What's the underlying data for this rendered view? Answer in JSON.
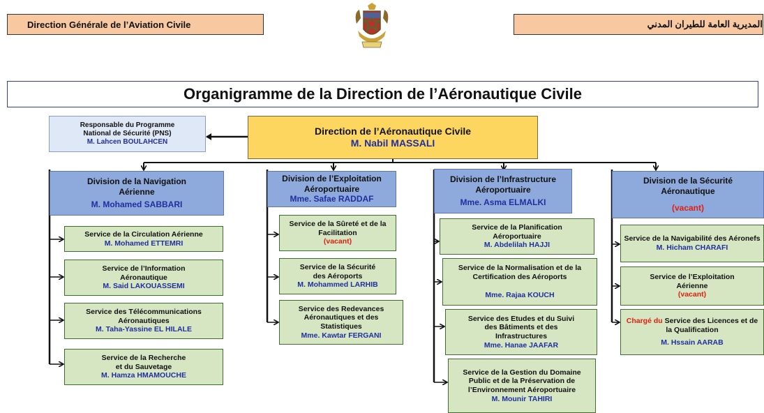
{
  "header": {
    "left": "Direction Générale de l’Aviation Civile",
    "right": "المديرية العامة للطيران المدني"
  },
  "title": "Organigramme de la Direction de l’Aéronautique Civile",
  "pns": {
    "title": "Responsable du Programme National de Sécurité (PNS)",
    "name": "M. Lahcen BOULAHCEN"
  },
  "direction": {
    "title": "Direction de l’Aéronautique Civile",
    "name": "M. Nabil MASSALI"
  },
  "divisions": [
    {
      "title": "Division de la Navigation Aérienne",
      "name": "M. Mohamed SABBARI",
      "services": [
        {
          "title": "Service de la Circulation Aérienne",
          "name": "M. Mohamed ETTEMRI"
        },
        {
          "title": "Service de l’Information Aéronautique",
          "name": "M. Said LAKOUASSEMI"
        },
        {
          "title": "Service des Télécommunications Aéronautiques",
          "name": "M. Taha-Yassine EL HILALE"
        },
        {
          "title": "Service de la Recherche et du Sauvetage",
          "name": "M. Hamza HMAMOUCHE"
        }
      ]
    },
    {
      "title": "Division de l’Exploitation Aéroportuaire",
      "name": "Mme. Safae RADDAF",
      "services": [
        {
          "title": "Service de la Sûreté et de la Facilitation",
          "name": "(vacant)"
        },
        {
          "title": "Service de la Sécurité des Aéroports",
          "name": "M. Mohammed LARHIB"
        },
        {
          "title": "Service des Redevances Aéronautiques et des Statistiques",
          "name": "Mme. Kawtar FERGANI"
        }
      ]
    },
    {
      "title": "Division de l’Infrastructure Aéroportuaire",
      "name": "Mme. Asma ELMALKI",
      "services": [
        {
          "title": "Service de la Planification Aéroportuaire",
          "name": "M. Abdelilah HAJJI"
        },
        {
          "title": "Service de la Normalisation et de la Certification des Aéroports",
          "name": "Mme. Rajaa KOUCH"
        },
        {
          "title": "Service des Etudes et du Suivi des Bâtiments et des Infrastructures",
          "name": "Mme. Hanae JAAFAR"
        },
        {
          "title": "Service de la Gestion du Domaine Public et de la Préservation de l’Environnement Aéroportuaire",
          "name": "M. Mounir TAHIRI"
        }
      ]
    },
    {
      "title": "Division de la Sécurité Aéronautique",
      "name": "(vacant)",
      "services": [
        {
          "title": "Service de la Navigabilité des Aéronefs",
          "name": "M. Hicham CHARAFI"
        },
        {
          "title": "Service de l’Exploitation Aérienne",
          "name": "(vacant)"
        },
        {
          "title_prefix": "Chargé du",
          "title": "Service des Licences et de la Qualification",
          "name": "M. Hssain AARAB"
        }
      ]
    }
  ]
}
